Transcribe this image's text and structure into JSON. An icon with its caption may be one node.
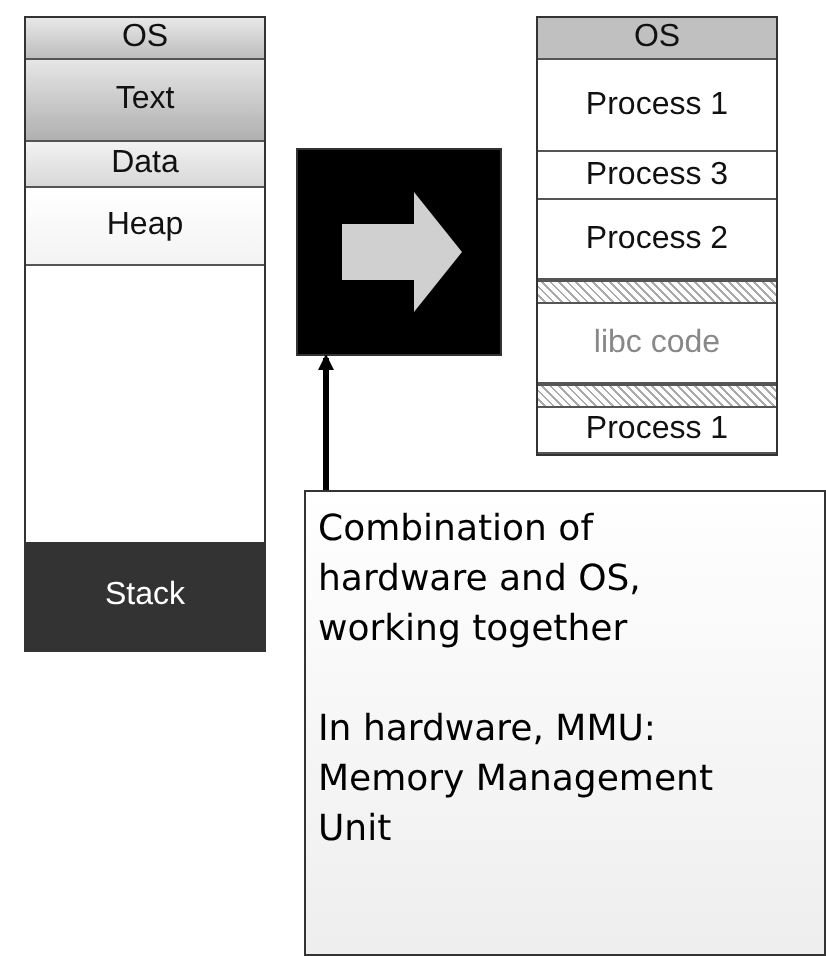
{
  "diagram": {
    "nodes": [
      {
        "text": [],
        "shape": "box"
      },
      {
        "text": [
          "OS"
        ],
        "in": 0
      },
      {
        "text": [
          "Text"
        ],
        "in": 0
      },
      {
        "text": [
          "Data"
        ],
        "in": 0
      },
      {
        "text": [
          "Heap"
        ],
        "in": 0
      },
      {
        "text": [
          "Stack"
        ],
        "in": 0
      },
      {
        "text": [],
        "shape": "box"
      },
      {
        "text": [],
        "shape": "box"
      },
      {
        "text": [
          "OS"
        ],
        "in": 7
      },
      {
        "text": [
          "Process 1"
        ],
        "in": 7
      },
      {
        "text": [
          "Process 3"
        ],
        "in": 7
      },
      {
        "text": [
          "Process 2"
        ],
        "in": 7
      },
      {
        "text": [],
        "shape": "bar",
        "in": 7
      },
      {
        "text": [
          "libc code"
        ],
        "in": 7
      },
      {
        "text": [],
        "shape": "bar",
        "in": 7
      },
      {
        "text": [
          "Process 1"
        ],
        "in": 7
      },
      {
        "text": [
          "Combination of hardware and OS, working together",
          "In hardware, MMU: Memory Management Unit"
        ]
      }
    ],
    "edges": [
      {
        "from": 16,
        "to": 6,
        "arrow": "to"
      }
    ]
  }
}
